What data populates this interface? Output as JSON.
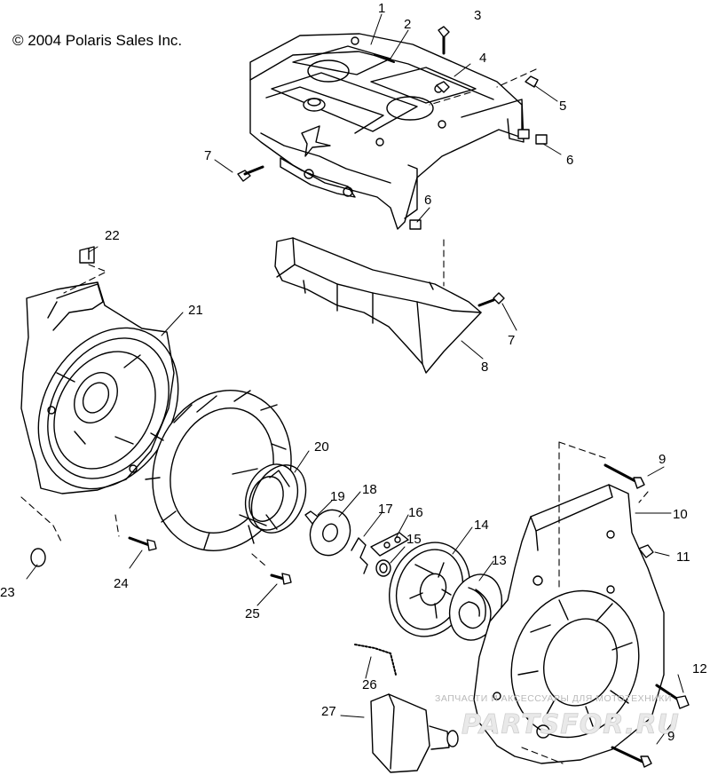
{
  "copyright": "© 2004 Polaris Sales Inc.",
  "watermark": {
    "tagline": "ЗАПЧАСТИ И АКСЕССУАРЫ ДЛЯ МОТОТЕХНИКИ",
    "logo": "PARTSFOR.RU"
  },
  "callouts": {
    "c1": "1",
    "c2": "2",
    "c3": "3",
    "c4": "4",
    "c5": "5",
    "c6a": "6",
    "c6b": "6",
    "c7a": "7",
    "c7b": "7",
    "c8": "8",
    "c9a": "9",
    "c9b": "9",
    "c10": "10",
    "c11": "11",
    "c12": "12",
    "c13": "13",
    "c14": "14",
    "c15": "15",
    "c16": "16",
    "c17": "17",
    "c18": "18",
    "c19": "19",
    "c20": "20",
    "c21": "21",
    "c22": "22",
    "c23": "23",
    "c24": "24",
    "c25": "25",
    "c26": "26",
    "c27": "27"
  }
}
